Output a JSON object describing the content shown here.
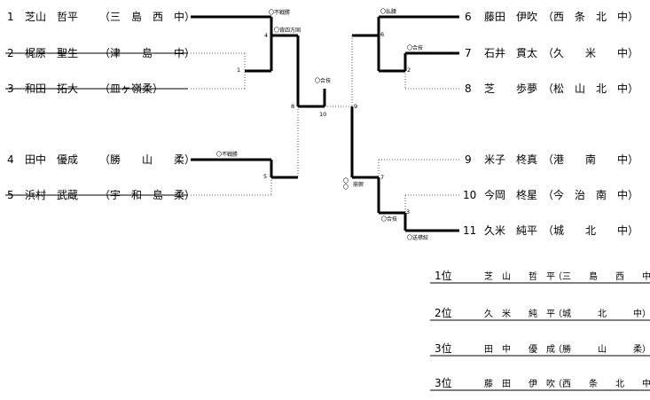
{
  "players": [
    {
      "seed": "1",
      "name": "芝山　哲平",
      "school": "（三　島　西　中）",
      "struck": false
    },
    {
      "seed": "2",
      "name": "梶原　聖生",
      "school": "（津　　島　　中）",
      "struck": true
    },
    {
      "seed": "3",
      "name": "和田　拓大",
      "school": "（皿ヶ嶺柔）",
      "struck": true
    },
    {
      "seed": "4",
      "name": "田中　優成",
      "school": "（勝　　山　　柔）",
      "struck": false
    },
    {
      "seed": "5",
      "name": "浜村　武蔵",
      "school": "（宇　和　島　柔）",
      "struck": true
    },
    {
      "seed": "6",
      "name": "藤田　伊吹",
      "school": "（西　条　北　中）",
      "struck": false
    },
    {
      "seed": "7",
      "name": "石井　貫太",
      "school": "（久　　米　　中）",
      "struck": false
    },
    {
      "seed": "8",
      "name": "芝　　歩夢",
      "school": "（松　山　北　中）",
      "struck": false
    },
    {
      "seed": "9",
      "name": "米子　柊真",
      "school": "（港　　南　　中）",
      "struck": false
    },
    {
      "seed": "10",
      "name": "今岡　柊星",
      "school": "（今　治　南　中）",
      "struck": false
    },
    {
      "seed": "11",
      "name": "久米　純平",
      "school": "（城　　北　　中）",
      "struck": false
    }
  ],
  "match_numbers": {
    "m1": "1",
    "m2": "2",
    "m3": "3",
    "m4": "4",
    "m5": "5",
    "m6": "6",
    "m7": "7",
    "m8": "8",
    "m9": "9",
    "m10": "10"
  },
  "annotations": {
    "a1": "〇不戦勝",
    "a2": "〇背四方固",
    "a3": "〇不戦勝",
    "a4": "〇合技",
    "a5": "〇払腰",
    "a6": "〇合技",
    "a7": "〇合技",
    "a8": "〇送襟絞",
    "a9": "〇",
    "a10": "〇",
    "a11": "崩袈"
  },
  "results": [
    {
      "rank": "1位",
      "name": "芝　山　　哲　平",
      "school": "（三　　島　　西　　中）"
    },
    {
      "rank": "2位",
      "name": "久　米　　純　平",
      "school": "（城　　　北　　　中）"
    },
    {
      "rank": "3位",
      "name": "田　中　　優　成",
      "school": "（勝　　　山　　　柔）"
    },
    {
      "rank": "3位",
      "name": "藤　田　　伊　吹",
      "school": "（西　　条　　北　　中）"
    }
  ]
}
